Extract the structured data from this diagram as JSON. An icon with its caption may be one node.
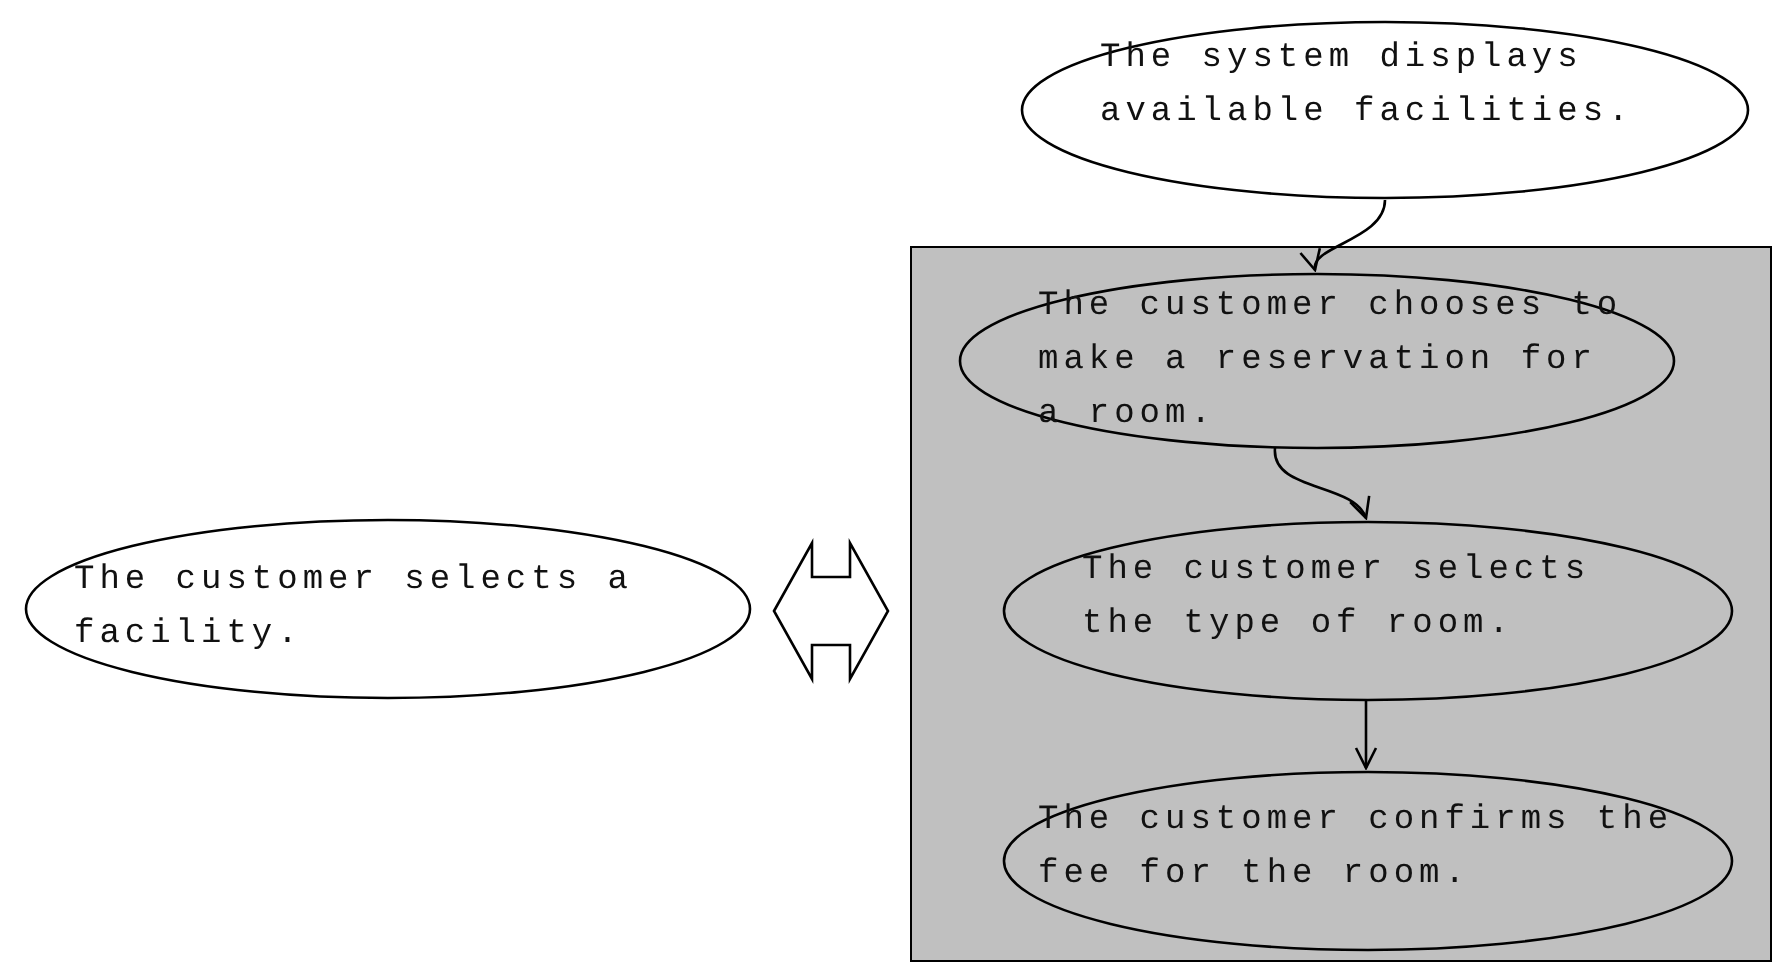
{
  "diagram": {
    "nodes": [
      {
        "text": [
          "The system displays available facilities."
        ]
      },
      {
        "text": [],
        "shape": "box"
      },
      {
        "text": [
          "The customer chooses to make a reservation for a room."
        ],
        "in": 1
      },
      {
        "text": [
          "The customer selects the type of room."
        ],
        "in": 1
      },
      {
        "text": [
          "The customer confirms the fee for the room."
        ],
        "in": 1
      },
      {
        "text": [
          "The customer selects a facility."
        ]
      }
    ],
    "edges": [
      {
        "from": 0,
        "to": 2,
        "arrow": "to"
      },
      {
        "from": 2,
        "to": 3,
        "arrow": "to"
      },
      {
        "from": 3,
        "to": 4,
        "arrow": "to"
      },
      {
        "from": 5,
        "to": 1,
        "arrow": "both",
        "style": "thick"
      }
    ]
  }
}
